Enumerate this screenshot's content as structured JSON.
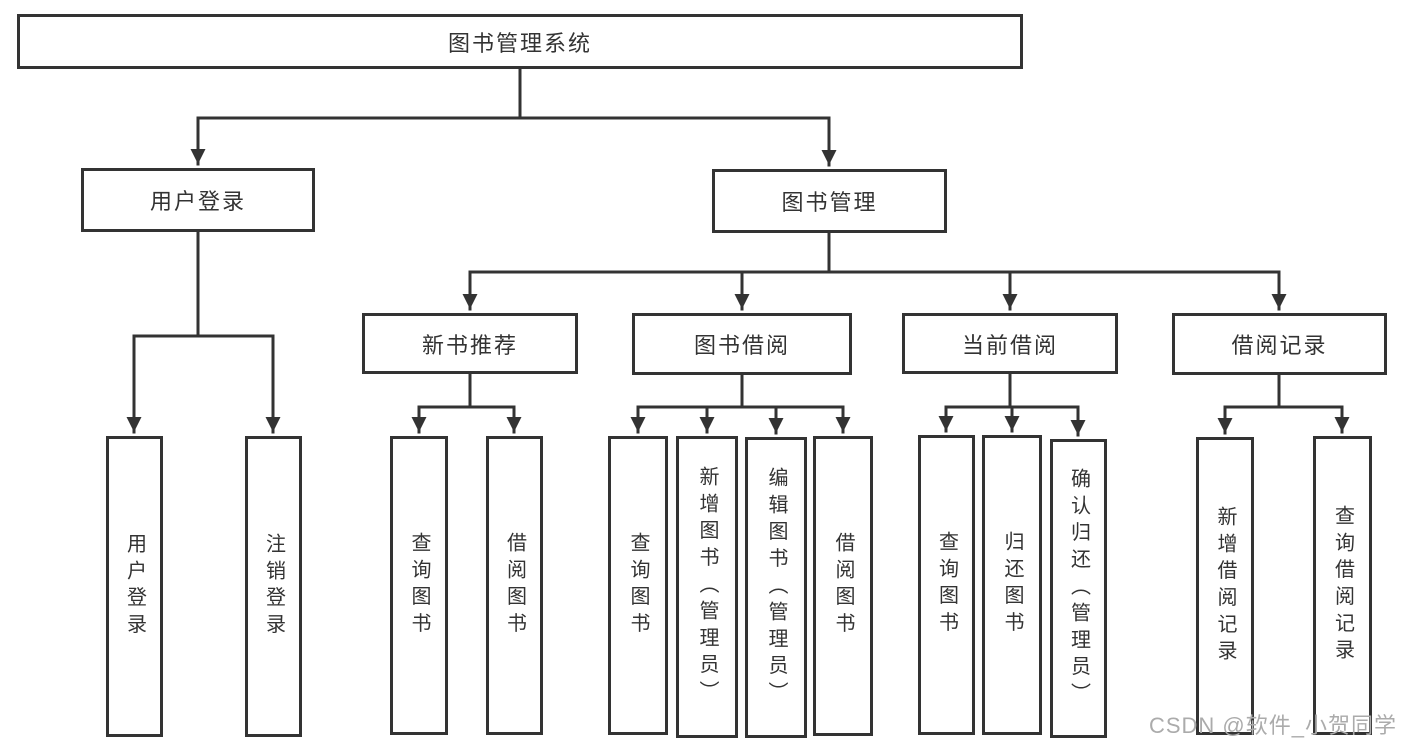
{
  "nodes": {
    "root": {
      "label": "图书管理系统"
    },
    "user_login": {
      "label": "用户登录"
    },
    "book_mgmt": {
      "label": "图书管理"
    },
    "new_book_rec": {
      "label": "新书推荐"
    },
    "book_borrow": {
      "label": "图书借阅"
    },
    "current_borrow": {
      "label": "当前借阅"
    },
    "borrow_record": {
      "label": "借阅记录"
    },
    "leaf_user_login": {
      "label": "用户登录"
    },
    "leaf_logout": {
      "label": "注销登录"
    },
    "leaf_rec_query": {
      "label": "查询图书"
    },
    "leaf_rec_borrow": {
      "label": "借阅图书"
    },
    "leaf_bb_query": {
      "label": "查询图书"
    },
    "leaf_bb_add": {
      "label": "新增图书（管理员）"
    },
    "leaf_bb_edit": {
      "label": "编辑图书（管理员）"
    },
    "leaf_bb_borrow": {
      "label": "借阅图书"
    },
    "leaf_cb_query": {
      "label": "查询图书"
    },
    "leaf_cb_return": {
      "label": "归还图书"
    },
    "leaf_cb_confirm": {
      "label": "确认归还（管理员）"
    },
    "leaf_br_add": {
      "label": "新增借阅记录"
    },
    "leaf_br_query": {
      "label": "查询借阅记录"
    }
  },
  "watermark": {
    "text": "CSDN @软件_小贺同学"
  },
  "colors": {
    "line": "#333333",
    "text": "#333333",
    "watermark": "#ababab",
    "background": "#ffffff"
  }
}
